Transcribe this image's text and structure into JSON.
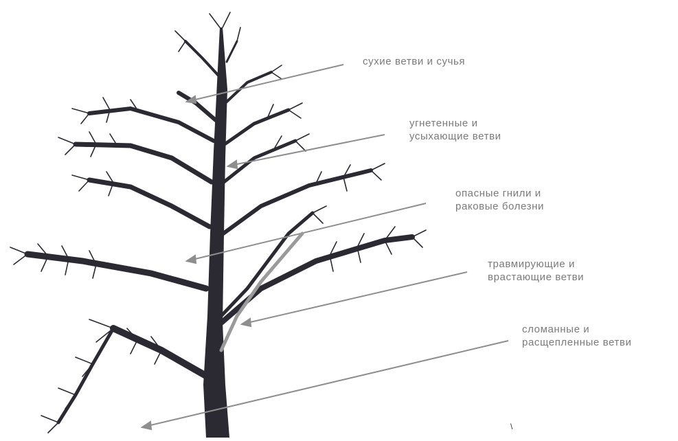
{
  "labels": [
    {
      "lines": [
        "сухие ветви и сучья"
      ]
    },
    {
      "lines": [
        "угнетенные и",
        "усыхающие ветви"
      ]
    },
    {
      "lines": [
        "опасные гнили и",
        "раковые болезни"
      ]
    },
    {
      "lines": [
        "травмирующие и",
        "врастающие ветви"
      ]
    },
    {
      "lines": [
        "сломанные и",
        "расщепленные ветви"
      ]
    }
  ],
  "colors": {
    "tree": "#2b2a33",
    "arrow": "#8e8e8e",
    "text": "#7a7a7a"
  },
  "stray_mark": "\\"
}
